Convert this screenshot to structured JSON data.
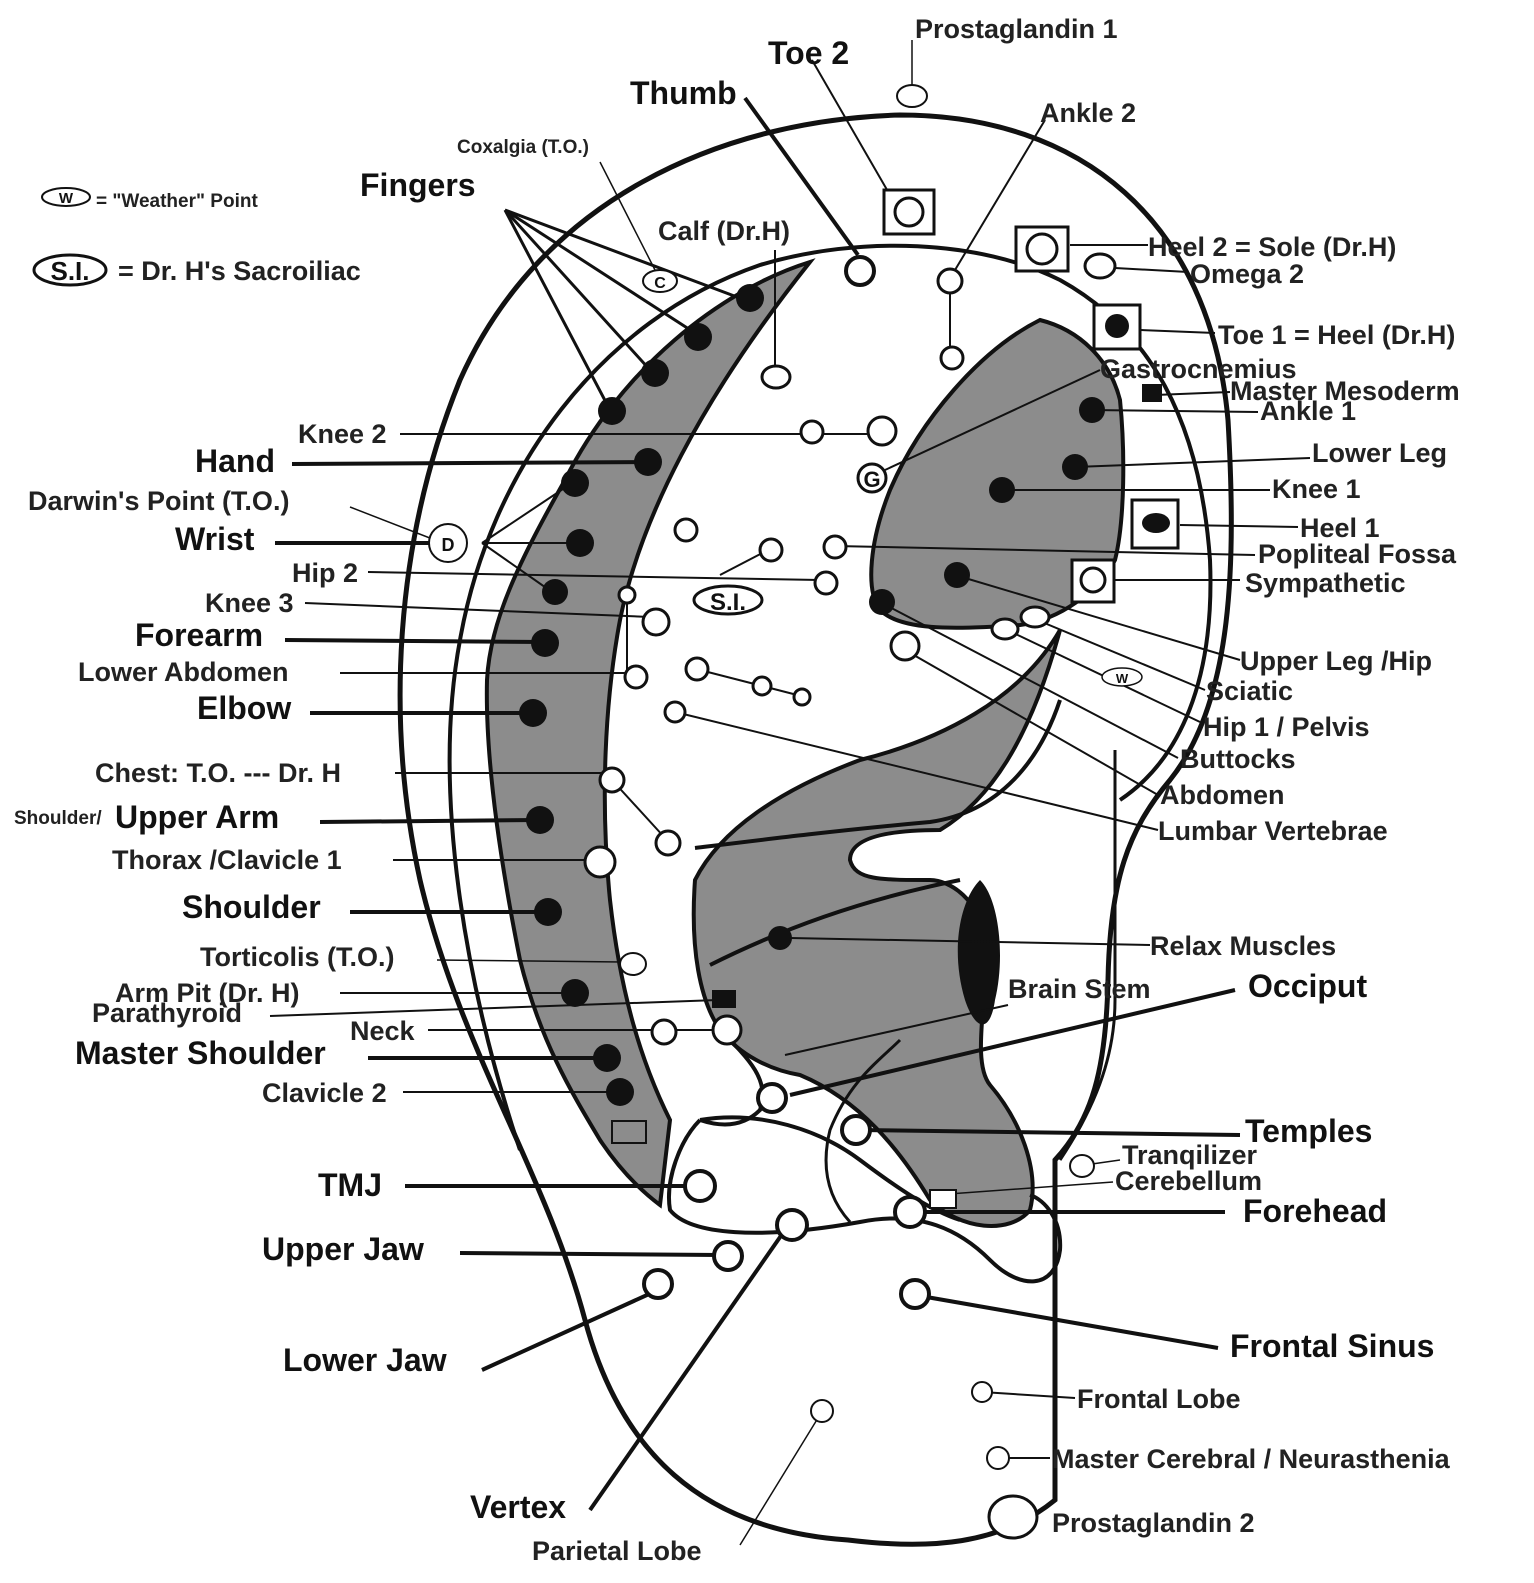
{
  "legend": {
    "weather_symbol": "W",
    "weather_text": "= \"Weather\" Point",
    "si_symbol": "S.I.",
    "si_text": "= Dr. H's Sacroiliac"
  },
  "point_symbols": {
    "darwin": "D",
    "gastrocnemius": "G",
    "coxalgia": "C",
    "si": "S.I.",
    "weather": "W"
  },
  "colors": {
    "shaded_region": "#8c8c8c",
    "ink": "#111111",
    "background": "#ffffff"
  },
  "labels": {
    "prostaglandin_1": "Prostaglandin 1",
    "toe_2": "Toe 2",
    "thumb": "Thumb",
    "ankle_2": "Ankle 2",
    "coxalgia": "Coxalgia (T.O.)",
    "fingers": "Fingers",
    "calf": "Calf (Dr.H)",
    "heel_2": "Heel 2  = Sole (Dr.H)",
    "omega_2": "Omega 2",
    "toe_1": "Toe 1 = Heel (Dr.H)",
    "gastrocnemius": "Gastrocnemius",
    "master_mesoderm": "Master Mesoderm",
    "ankle_1": "Ankle 1",
    "knee_2": "Knee 2",
    "hand": "Hand",
    "lower_leg": "Lower Leg",
    "darwins_point": "Darwin's Point (T.O.)",
    "knee_1": "Knee 1",
    "wrist": "Wrist",
    "heel_1": "Heel 1",
    "popliteal_fossa": "Popliteal Fossa",
    "hip_2": "Hip 2",
    "sympathetic": "Sympathetic",
    "knee_3": "Knee 3",
    "forearm": "Forearm",
    "upper_leg_hip": "Upper Leg /Hip",
    "lower_abdomen": "Lower Abdomen",
    "sciatic": "Sciatic",
    "elbow": "Elbow",
    "hip_1_pelvis": "Hip 1  / Pelvis",
    "buttocks": "Buttocks",
    "chest": "Chest: T.O. --- Dr. H",
    "abdomen": "Abdomen",
    "shoulder_prefix": "Shoulder/",
    "upper_arm": "Upper  Arm",
    "lumbar_vertebrae": "Lumbar Vertebrae",
    "thorax_clavicle_1": "Thorax /Clavicle 1",
    "shoulder": "Shoulder",
    "relax_muscles": "Relax Muscles",
    "torticolis": "Torticolis (T.O.)",
    "arm_pit": "Arm Pit (Dr. H)",
    "brain_stem": "Brain Stem",
    "occiput": "Occiput",
    "parathyroid": "Parathyroid",
    "neck": "Neck",
    "master_shoulder": "Master  Shoulder",
    "clavicle_2": "Clavicle 2",
    "temples": "Temples",
    "tranqilizer": "Tranqilizer",
    "cerebellum": "Cerebellum",
    "tmj": "TMJ",
    "forehead": "Forehead",
    "upper_jaw": "Upper  Jaw",
    "frontal_sinus": "Frontal  Sinus",
    "lower_jaw": "Lower  Jaw",
    "frontal_lobe": "Frontal Lobe",
    "master_cerebral": "Master Cerebral / Neurasthenia",
    "vertex": "Vertex",
    "prostaglandin_2": "Prostaglandin 2",
    "parietal_lobe": "Parietal Lobe"
  }
}
